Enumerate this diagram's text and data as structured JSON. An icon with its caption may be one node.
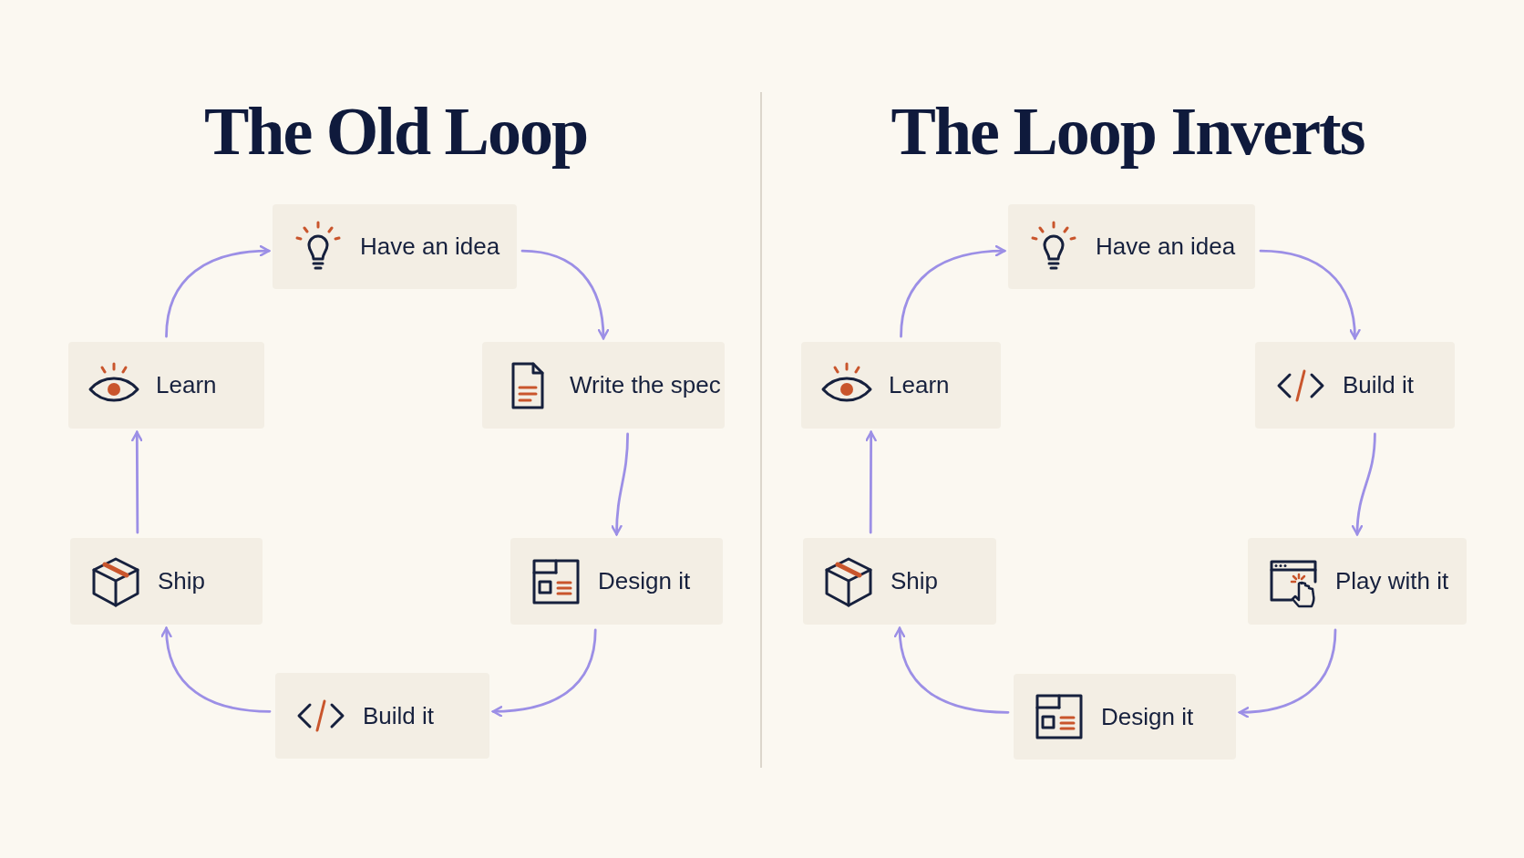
{
  "diagram": {
    "nodes": [
      {
        "text": [
          "Have an idea"
        ]
      },
      {
        "text": [
          "Write the spec"
        ]
      },
      {
        "text": [
          "Design it"
        ]
      },
      {
        "text": [
          "Build it"
        ]
      },
      {
        "text": [
          "Ship"
        ]
      },
      {
        "text": [
          "Learn"
        ]
      },
      {
        "text": [
          "Have an idea"
        ]
      },
      {
        "text": [
          "Build it"
        ]
      },
      {
        "text": [
          "Play with it"
        ]
      },
      {
        "text": [
          "Design it"
        ]
      },
      {
        "text": [
          "Ship"
        ]
      },
      {
        "text": [
          "Learn"
        ]
      }
    ],
    "edges": [
      {
        "from": 0,
        "to": 1,
        "arrow": "to"
      },
      {
        "from": 1,
        "to": 2,
        "arrow": "to"
      },
      {
        "from": 2,
        "to": 3,
        "arrow": "to"
      },
      {
        "from": 3,
        "to": 4,
        "arrow": "to"
      },
      {
        "from": 4,
        "to": 5,
        "arrow": "to"
      },
      {
        "from": 5,
        "to": 0,
        "arrow": "to"
      },
      {
        "from": 6,
        "to": 7,
        "arrow": "to"
      },
      {
        "from": 7,
        "to": 8,
        "arrow": "to"
      },
      {
        "from": 8,
        "to": 9,
        "arrow": "to"
      },
      {
        "from": 9,
        "to": 10,
        "arrow": "to"
      },
      {
        "from": 10,
        "to": 11,
        "arrow": "to"
      },
      {
        "from": 11,
        "to": 6,
        "arrow": "to"
      }
    ],
    "labels": [
      "The Old Loop",
      "The Loop Inverts"
    ]
  }
}
